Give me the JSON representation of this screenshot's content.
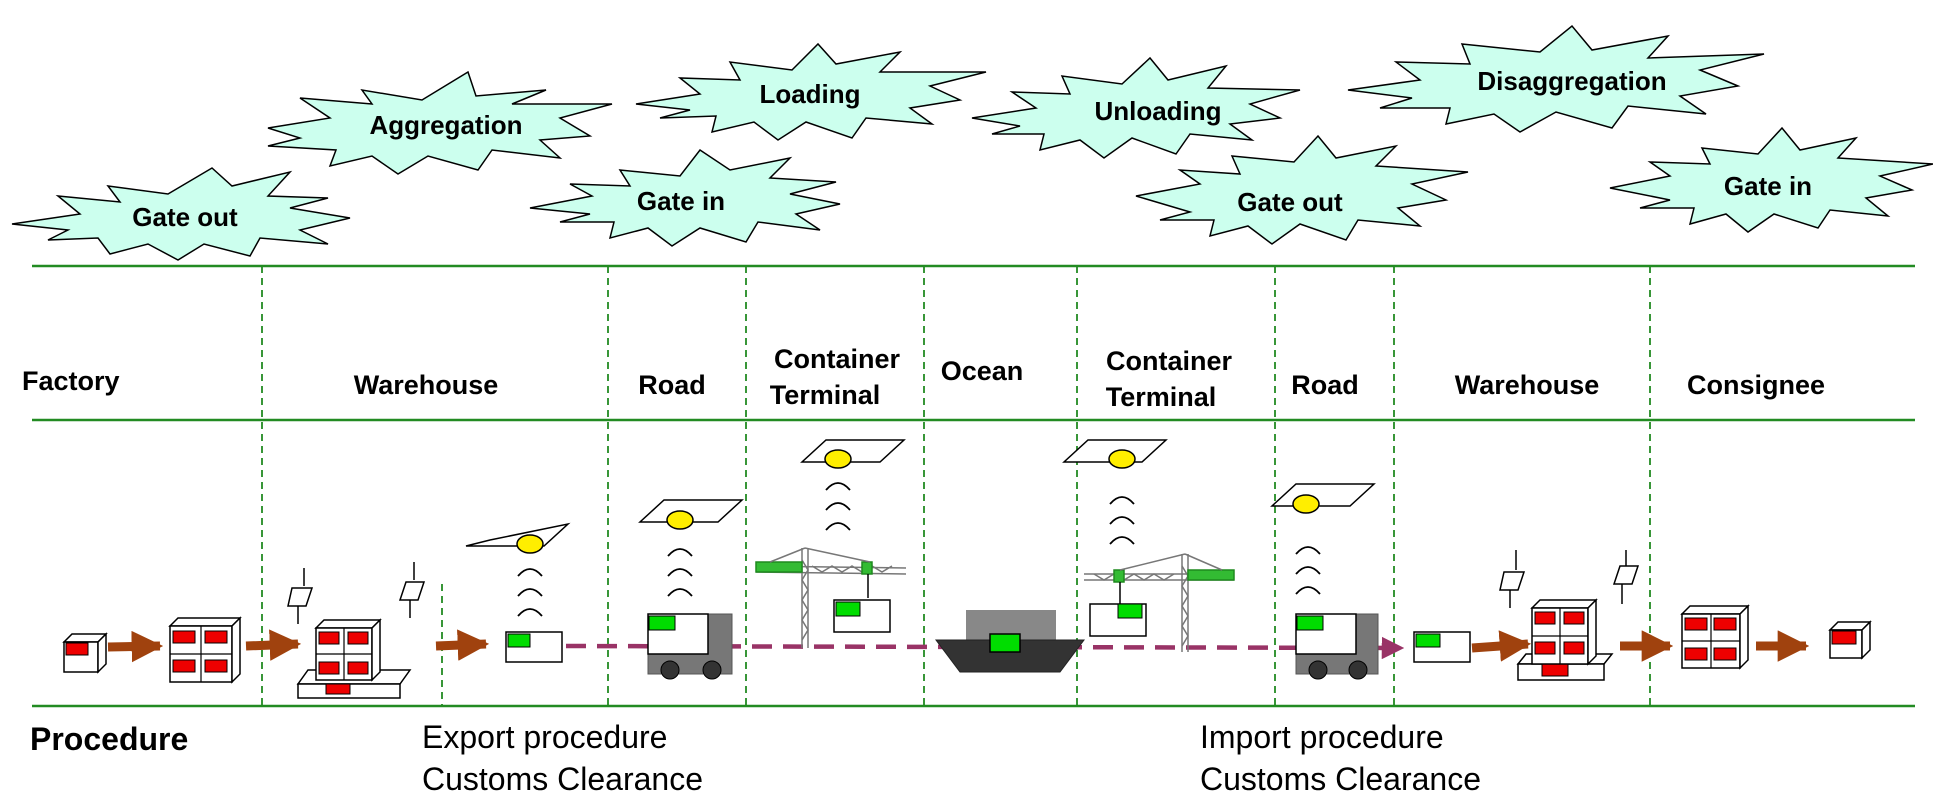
{
  "events": {
    "gate_out_1": "Gate  out",
    "aggregation": "Aggregation",
    "gate_in_1": "Gate in",
    "loading": "Loading",
    "unloading": "Unloading",
    "gate_out_2": "Gate out",
    "disaggregation": "Disaggregation",
    "gate_in_2": "Gate in"
  },
  "stages": {
    "factory": "Factory",
    "warehouse_1": "Warehouse",
    "road_1": "Road",
    "container_terminal_1": [
      "Container",
      "Terminal"
    ],
    "ocean": "Ocean",
    "container_terminal_2": [
      "Container",
      "Terminal"
    ],
    "road_2": "Road",
    "warehouse_2": "Warehouse",
    "consignee": "Consignee"
  },
  "procedure": {
    "title": "Procedure",
    "export": [
      "Export procedure",
      "Customs Clearance"
    ],
    "import": [
      "Import procedure",
      "Customs Clearance"
    ]
  },
  "colors": {
    "burst_fill": "#ccffee",
    "line_green": "#228b22",
    "arrow_brown": "#a0420e",
    "path_purple": "#993366",
    "tag_green": "#00dd00",
    "box_red": "#ee0000",
    "reader_yellow": "#ffee00",
    "vehicle_grey": "#777777",
    "ship_dark": "#333333"
  },
  "icons": {
    "burst": "explosion-shape",
    "reader": "rfid-reader-icon",
    "signal": "radio-waves-icon",
    "crane": "gantry-crane-icon",
    "truck": "truck-icon",
    "ship": "ship-icon",
    "pallet": "pallet-icon",
    "scanner": "handheld-scanner-icon"
  }
}
